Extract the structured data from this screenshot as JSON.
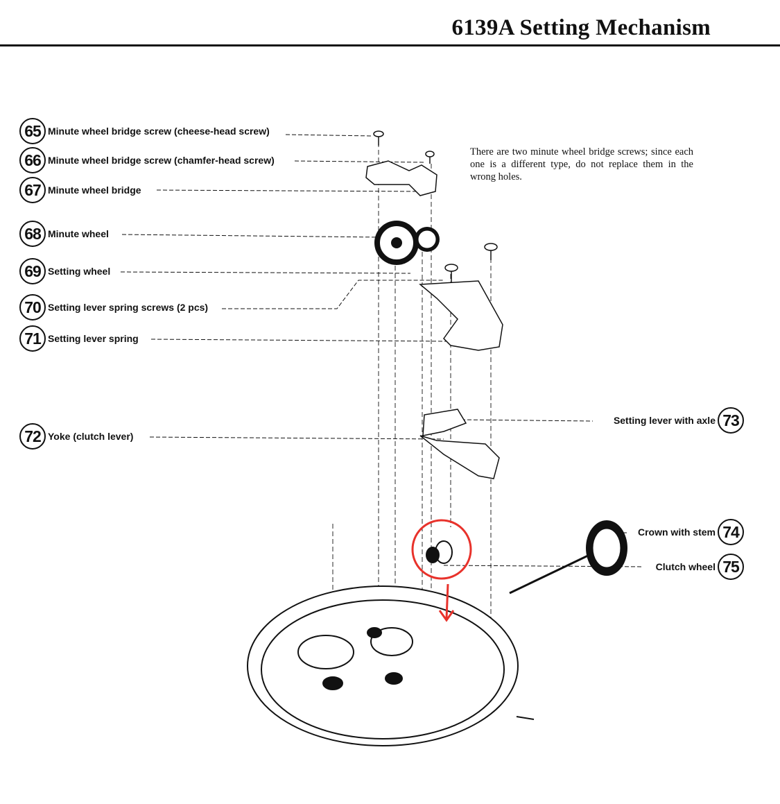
{
  "page": {
    "title": "6139A Setting Mechanism",
    "note": "There are two minute wheel bridge screws; since each one is a different type, do not replace them in the wrong holes."
  },
  "parts": [
    {
      "number": "65",
      "label": "Minute wheel bridge screw (cheese-head screw)"
    },
    {
      "number": "66",
      "label": "Minute wheel bridge screw (chamfer-head screw)"
    },
    {
      "number": "67",
      "label": "Minute wheel bridge"
    },
    {
      "number": "68",
      "label": "Minute wheel"
    },
    {
      "number": "69",
      "label": "Setting wheel"
    },
    {
      "number": "70",
      "label": "Setting lever spring screws (2 pcs)"
    },
    {
      "number": "71",
      "label": "Setting lever spring"
    },
    {
      "number": "72",
      "label": "Yoke (clutch lever)"
    },
    {
      "number": "73",
      "label": "Setting lever with axle"
    },
    {
      "number": "74",
      "label": "Crown with stem"
    },
    {
      "number": "75",
      "label": "Clutch wheel"
    }
  ],
  "annotation": {
    "highlight_color": "#e8322b",
    "ink_color": "#111111"
  }
}
